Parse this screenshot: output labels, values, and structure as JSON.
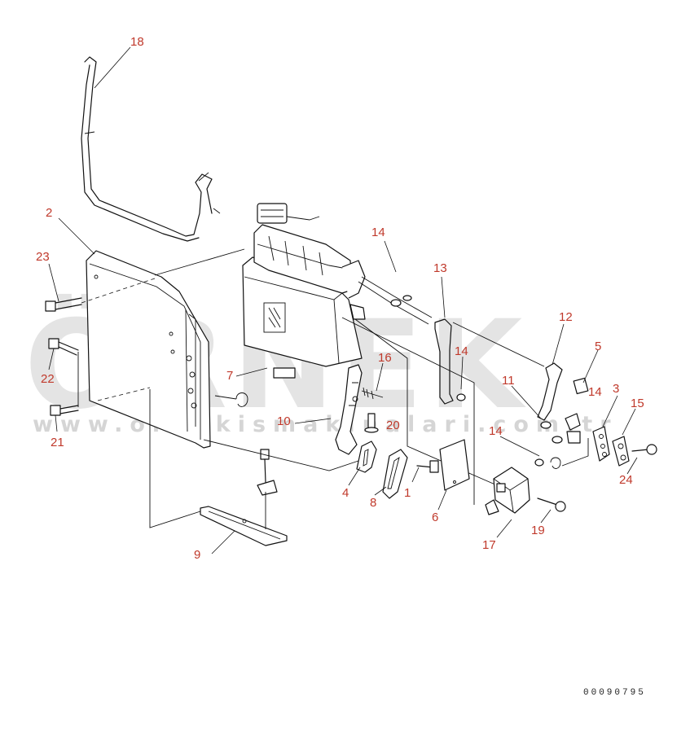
{
  "watermark": {
    "brand": "ÖRNEK",
    "url": "www.ornekismakinalari.com.tr"
  },
  "drawing_code": "00090795",
  "callouts": [
    {
      "id": "c18",
      "label": "18"
    },
    {
      "id": "c2",
      "label": "2"
    },
    {
      "id": "c23",
      "label": "23"
    },
    {
      "id": "c22",
      "label": "22"
    },
    {
      "id": "c21",
      "label": "21"
    },
    {
      "id": "c7",
      "label": "7"
    },
    {
      "id": "c14a",
      "label": "14"
    },
    {
      "id": "c13",
      "label": "13"
    },
    {
      "id": "c16",
      "label": "16"
    },
    {
      "id": "c14b",
      "label": "14"
    },
    {
      "id": "c12",
      "label": "12"
    },
    {
      "id": "c5",
      "label": "5"
    },
    {
      "id": "c11",
      "label": "11"
    },
    {
      "id": "c14c",
      "label": "14"
    },
    {
      "id": "c3",
      "label": "3"
    },
    {
      "id": "c15",
      "label": "15"
    },
    {
      "id": "c10",
      "label": "10"
    },
    {
      "id": "c20",
      "label": "20"
    },
    {
      "id": "c14d",
      "label": "14"
    },
    {
      "id": "c24",
      "label": "24"
    },
    {
      "id": "c4",
      "label": "4"
    },
    {
      "id": "c8",
      "label": "8"
    },
    {
      "id": "c1",
      "label": "1"
    },
    {
      "id": "c6",
      "label": "6"
    },
    {
      "id": "c9",
      "label": "9"
    },
    {
      "id": "c17",
      "label": "17"
    },
    {
      "id": "c19",
      "label": "19"
    }
  ]
}
